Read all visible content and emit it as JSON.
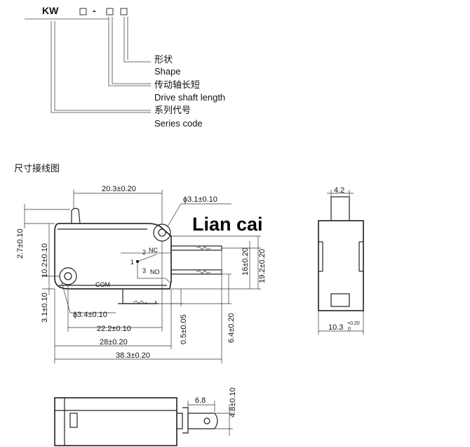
{
  "code": {
    "prefix": "KW",
    "box1": "□",
    "dash": "-",
    "box2": "□",
    "box3": "□"
  },
  "legend": [
    {
      "cn": "形状",
      "en": "Shape"
    },
    {
      "cn": "传动轴长短",
      "en": "Drive shaft length"
    },
    {
      "cn": "系列代号",
      "en": "Series code"
    }
  ],
  "section_title": "尺寸接线图",
  "watermark": "Lian cai",
  "front_view": {
    "dims": {
      "top_width": "20.3±0.20",
      "hole_dia": "ϕ3.1±0.10",
      "left_top": "2.7±0.10",
      "left_mid": "10.2±0.10",
      "left_bottom": "3.1±0.10",
      "hole2_dia": "ϕ3.4±0.10",
      "w22": "22.2±0.10",
      "w28": "28±0.20",
      "w38": "38.3±0.20",
      "h05": "0.5±0.05",
      "h64": "6.4±0.20",
      "h16": "16±0.20",
      "h192": "19.2±0.20"
    },
    "terminals": {
      "nc": "NC",
      "no": "NO",
      "com": "COM",
      "n1": "1",
      "n2": "2",
      "n3": "3"
    }
  },
  "side_view": {
    "top_dim": "4.2",
    "bottom_dim": "10.3",
    "bottom_sup": "+0.20",
    "bottom_sub": "0"
  },
  "bottom_view": {
    "dim_68": "6.8",
    "dim_48": "4.8±0.10"
  }
}
